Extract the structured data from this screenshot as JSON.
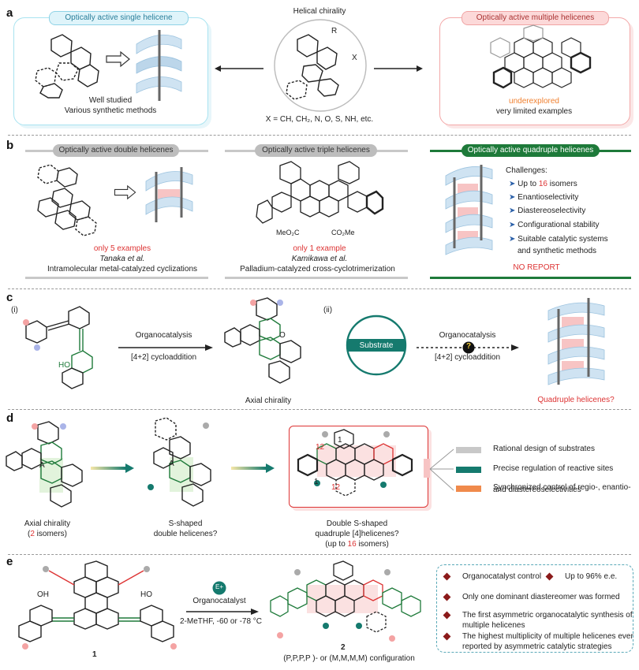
{
  "panel_a": {
    "letter": "a",
    "left_tag": "Optically active single helicene",
    "left_caption_1": "Well studied",
    "left_caption_2": "Various synthetic methods",
    "center_title": "Helical chirality",
    "center_r": "R",
    "center_x": "X",
    "center_caption": "X = CH, CH₂, N, O, S, NH, etc.",
    "right_tag": "Optically active multiple helicenes",
    "right_caption_1": "underexplored",
    "right_caption_2": "very limited examples"
  },
  "panel_b": {
    "letter": "b",
    "double_tag": "Optically active double helicenes",
    "double_note": "only 5 examples",
    "double_author": "Tanaka et al.",
    "double_method": "Intramolecular metal-catalyzed cyclizations",
    "triple_tag": "Optically active triple helicenes",
    "triple_sub_left": "MeO₂C",
    "triple_sub_right": "CO₂Me",
    "triple_note": "only 1 example",
    "triple_author": "Kamikawa et al.",
    "triple_method": "Palladium-catalyzed cross-cyclotrimerization",
    "quad_tag": "Optically active quadruple helicenes",
    "challenges_title": "Challenges:",
    "challenges": [
      {
        "pre": "Up to ",
        "hl": "16",
        "post": " isomers"
      },
      {
        "pre": "Enantioselectivity",
        "hl": "",
        "post": ""
      },
      {
        "pre": "Diastereoselectivity",
        "hl": "",
        "post": ""
      },
      {
        "pre": "Configurational stability",
        "hl": "",
        "post": ""
      },
      {
        "pre": "Suitable catalytic systems",
        "hl": "",
        "post": ""
      }
    ],
    "challenge_cont": "and synthetic methods",
    "no_report": "NO REPORT"
  },
  "panel_c": {
    "letter": "c",
    "label_i": "(i)",
    "label_ii": "(ii)",
    "arrow1_top": "Organocatalysis",
    "arrow1_bottom": "[4+2] cycloaddition",
    "ho": "HO",
    "o_atom": "O",
    "axial_caption": "Axial chirality",
    "substrate": "Substrate",
    "arrow2_top": "Organocatalysis",
    "arrow2_bottom": "[4+2] cycloaddition",
    "question": "?",
    "quad_q": "Quadruple helicenes?"
  },
  "panel_d": {
    "letter": "d",
    "ring_a1": "A",
    "ring_a2": "A",
    "cap1_line1": "Axial chirality",
    "cap1_pre": "(",
    "cap1_num": "2",
    "cap1_post": " isomers)",
    "cap2_line1": "S-shaped",
    "cap2_line2": "double helicenes?",
    "cap3_line1": "Double S-shaped",
    "cap3_line2": "quadruple [4]helicenes?",
    "cap3_pre": "(up to ",
    "cap3_num": "16",
    "cap3_post": " isomers)",
    "num_1a": "1",
    "num_12a": "12",
    "num_1b": "1",
    "num_12b": "12",
    "legend": [
      {
        "label": "Rational design of substrates",
        "color": "#c8c8c8"
      },
      {
        "label": "Precise regulation of reactive sites",
        "color": "#157a6e"
      },
      {
        "label": "Synchronized control of regio-, enantio-",
        "color": "#f08a4b"
      }
    ],
    "legend_cont": "and diastereoselectivities"
  },
  "panel_e": {
    "letter": "e",
    "oh_left": "OH",
    "ho_right": "HO",
    "cmpd1": "1",
    "eplus": "E+",
    "arrow_top": "Organocatalyst",
    "arrow_bottom": "2-MeTHF, -60 or -78 °C",
    "cmpd2": "2",
    "config": "(P,P,P,P )- or (M,M,M,M) configuration",
    "bullets": [
      "Organocatalyst control",
      "Up to 96% e.e.",
      "Only one dominant diastereomer was formed",
      "The first asymmetric organocatalytic synthesis of",
      "The highest multiplicity of multiple helicenes ever"
    ],
    "bullet4_cont": "multiple helicenes",
    "bullet5_cont": "reported by asymmetric catalytic strategies"
  },
  "colors": {
    "teal": "#157a6e",
    "light_blue": "#cfe3f2",
    "pink": "#f7c4c4",
    "red": "#d33333",
    "orange": "#f08030",
    "green_dark": "#1e7a3a",
    "bullet": "#8b1a1a"
  }
}
